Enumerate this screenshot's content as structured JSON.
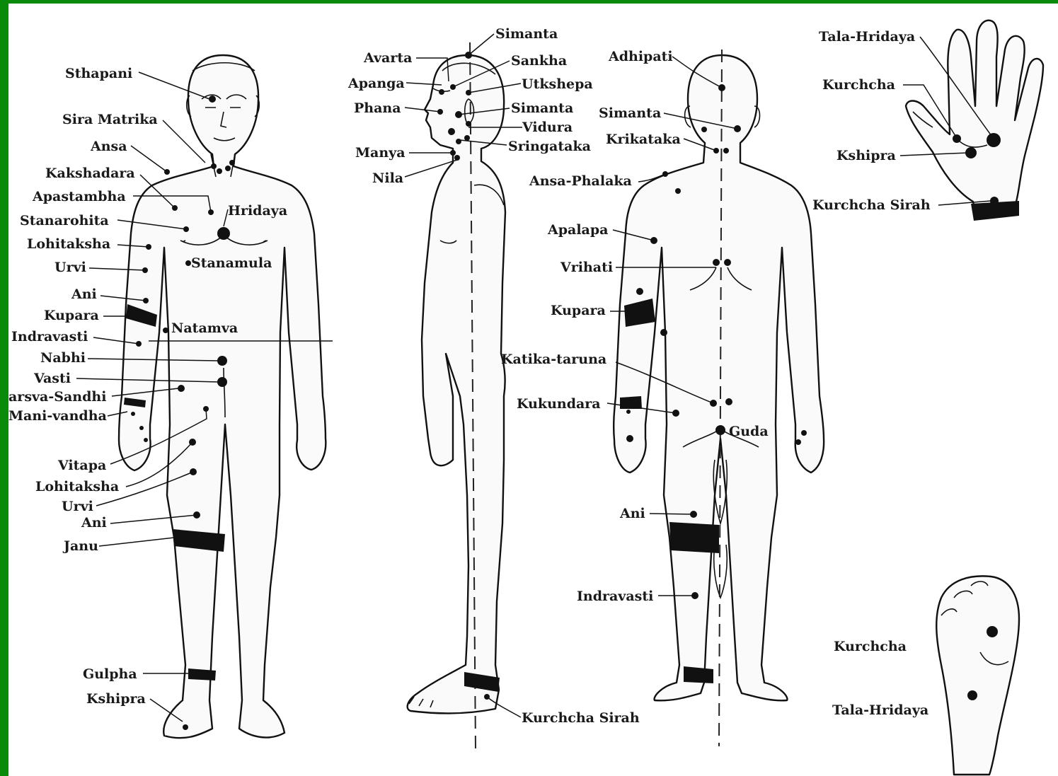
{
  "diagram": {
    "frame_color": "#0a8a0a",
    "label_color": "#1a1a1a",
    "front_view": {
      "labels": [
        "Sthapani",
        "Sira Matrika",
        "Ansa",
        "Kakshadara",
        "Apastambha",
        "Hridaya",
        "Stanarohita",
        "Lohitaksha",
        "Urvi",
        "Stanamula",
        "Ani",
        "Kupara",
        "Natamva",
        "Indravasti",
        "Nabhi",
        "Vasti",
        "arsva-Sandhi",
        "Mani-vandha",
        "Vitapa",
        "Lohitaksha",
        "Urvi",
        "Ani",
        "Janu",
        "Gulpha",
        "Kshipra"
      ]
    },
    "side_view": {
      "labels": [
        "Simanta",
        "Avarta",
        "Sankha",
        "Apanga",
        "Utkshepa",
        "Phana",
        "Simanta",
        "Vidura",
        "Sringataka",
        "Manya",
        "Nila",
        "Kurchcha Sirah"
      ]
    },
    "back_view": {
      "labels": [
        "Adhipati",
        "Simanta",
        "Krikataka",
        "Ansa-Phalaka",
        "Apalapa",
        "Vrihati",
        "Kupara",
        "Katika-taruna",
        "Kukundara",
        "Guda",
        "Ani",
        "Indravasti"
      ]
    },
    "hand_view": {
      "labels": [
        "Tala-Hridaya",
        "Kurchcha",
        "Kshipra",
        "Kurchcha Sirah"
      ]
    },
    "foot_view": {
      "labels": [
        "Kurchcha",
        "Tala-Hridaya"
      ]
    }
  }
}
